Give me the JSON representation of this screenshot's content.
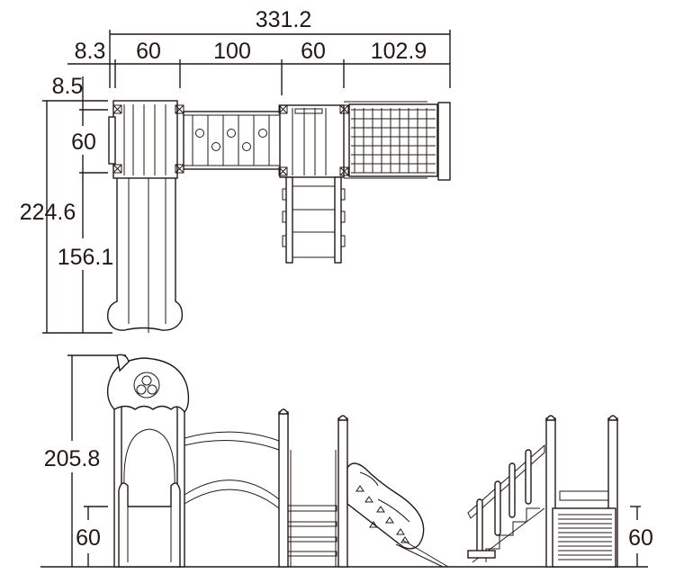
{
  "diagram": {
    "top_view": {
      "overall_width": "331.2",
      "segments": [
        "8.3",
        "60",
        "100",
        "60",
        "102.9"
      ],
      "offset_depth": "8.5",
      "deck_depth": "60",
      "overall_depth": "224.6",
      "slide_length": "156.1"
    },
    "side_view": {
      "overall_height": "205.8",
      "deck_height_left": "60",
      "deck_height_right": "60"
    },
    "colors": {
      "line": "#231815",
      "background": "#ffffff"
    }
  }
}
